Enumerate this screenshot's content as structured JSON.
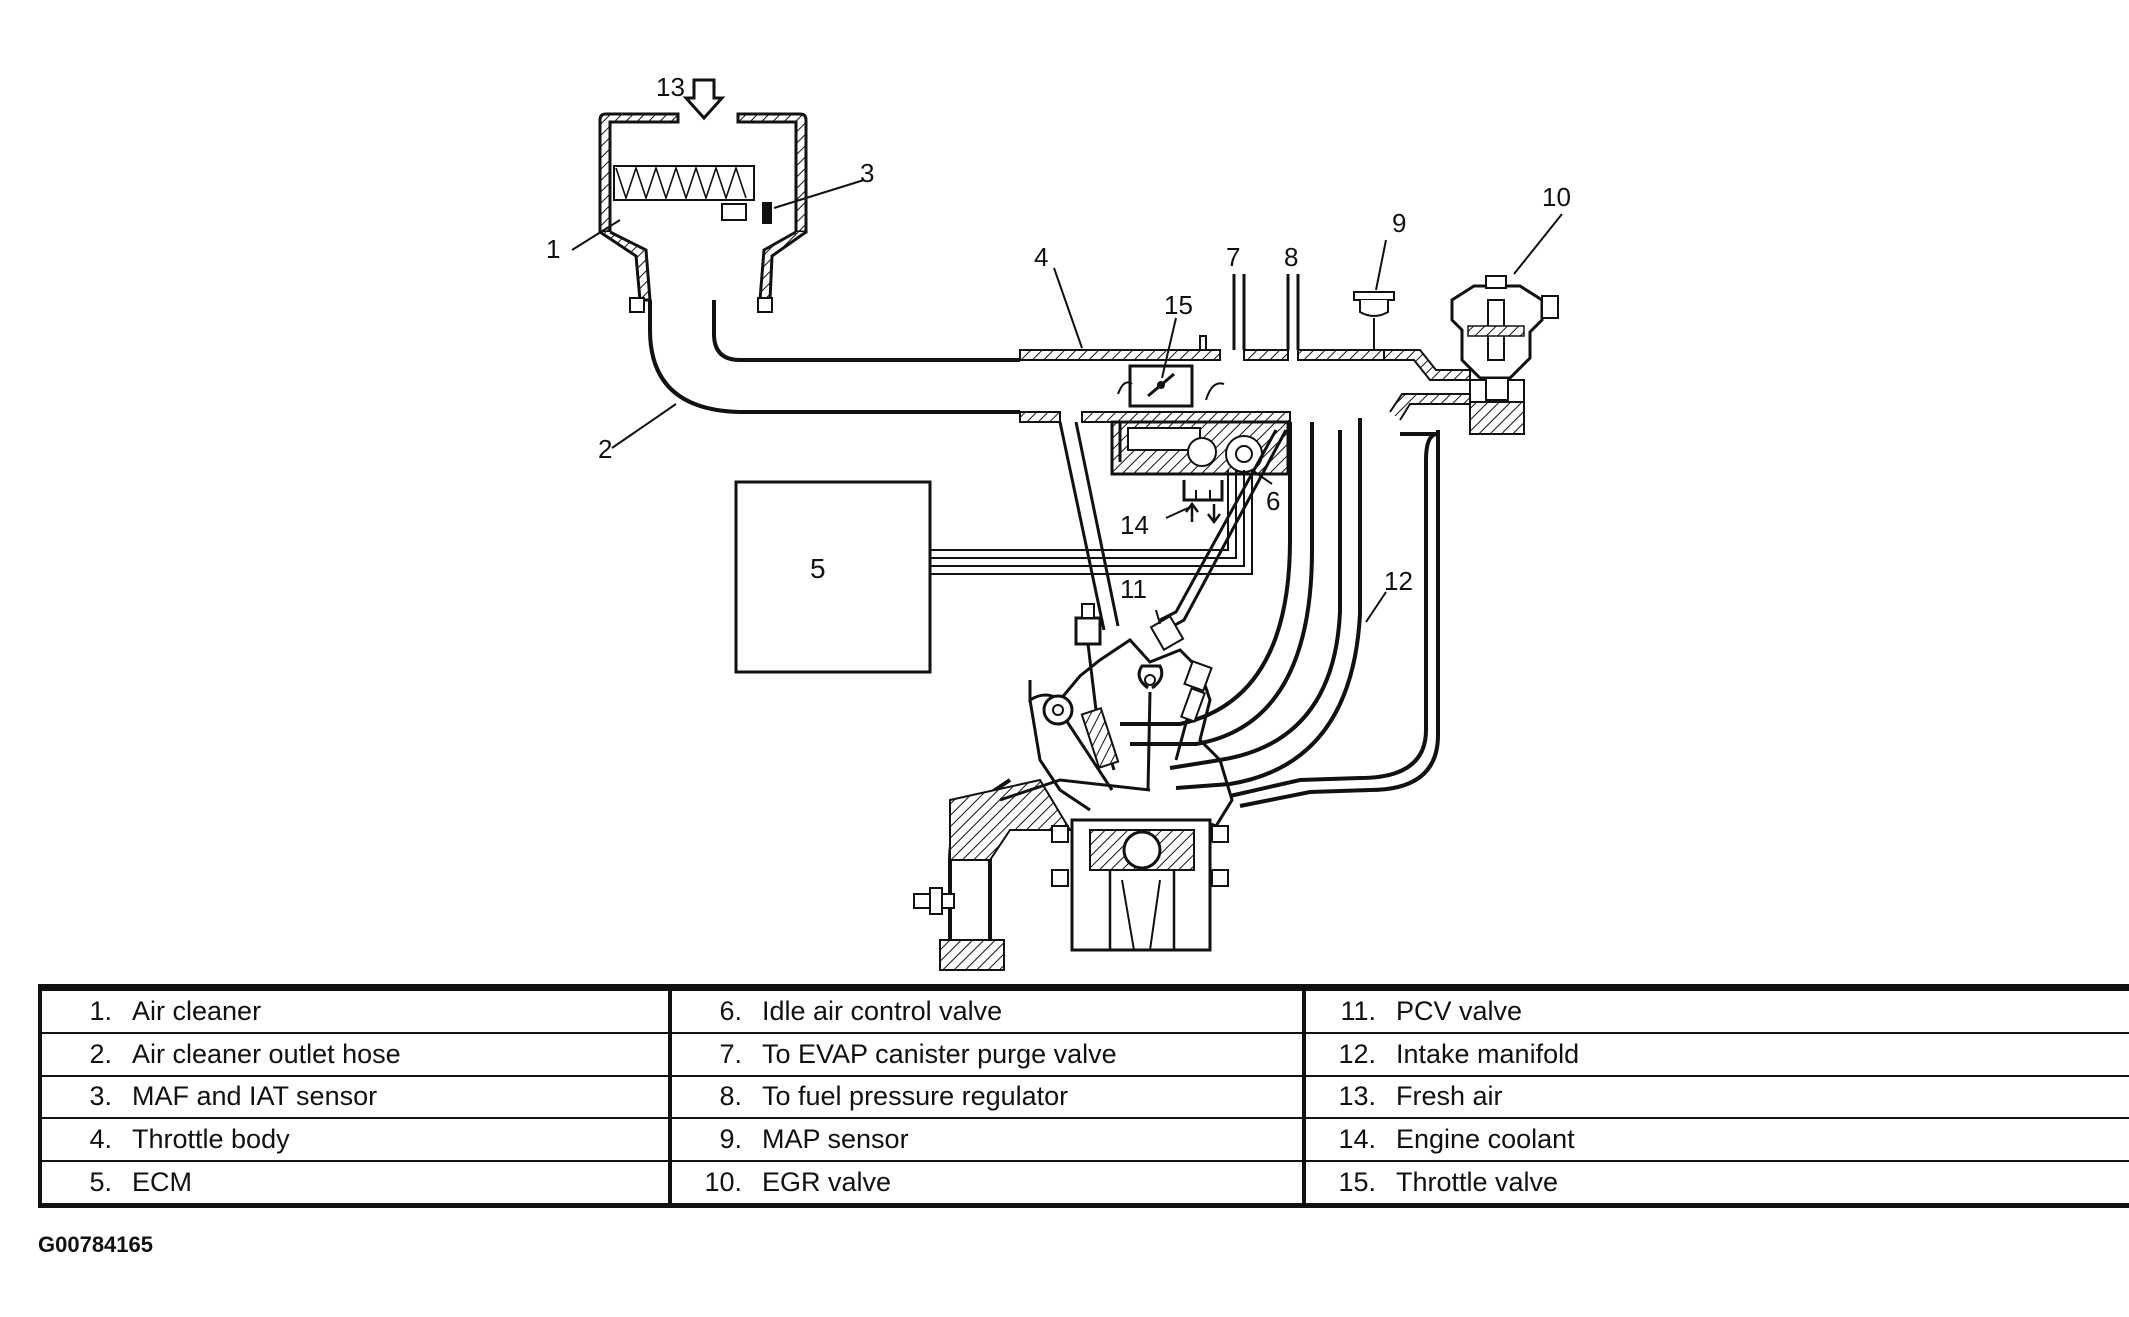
{
  "callouts": {
    "c1": "1",
    "c2": "2",
    "c3": "3",
    "c4": "4",
    "c5": "5",
    "c6": "6",
    "c7": "7",
    "c8": "8",
    "c9": "9",
    "c10": "10",
    "c11": "11",
    "c12": "12",
    "c13": "13",
    "c14": "14",
    "c15": "15"
  },
  "legend": {
    "columns": [
      [
        {
          "num": "1.",
          "text": "Air cleaner"
        },
        {
          "num": "2.",
          "text": "Air cleaner outlet hose"
        },
        {
          "num": "3.",
          "text": "MAF and IAT sensor"
        },
        {
          "num": "4.",
          "text": "Throttle body"
        },
        {
          "num": "5.",
          "text": "ECM"
        }
      ],
      [
        {
          "num": "6.",
          "text": "Idle air control valve"
        },
        {
          "num": "7.",
          "text": "To EVAP canister purge valve"
        },
        {
          "num": "8.",
          "text": "To fuel pressure regulator"
        },
        {
          "num": "9.",
          "text": "MAP sensor"
        },
        {
          "num": "10.",
          "text": "EGR valve"
        }
      ],
      [
        {
          "num": "11.",
          "text": "PCV valve"
        },
        {
          "num": "12.",
          "text": "Intake manifold"
        },
        {
          "num": "13.",
          "text": "Fresh air"
        },
        {
          "num": "14.",
          "text": "Engine coolant"
        },
        {
          "num": "15.",
          "text": "Throttle valve"
        }
      ]
    ]
  },
  "figure_id": "G00784165"
}
